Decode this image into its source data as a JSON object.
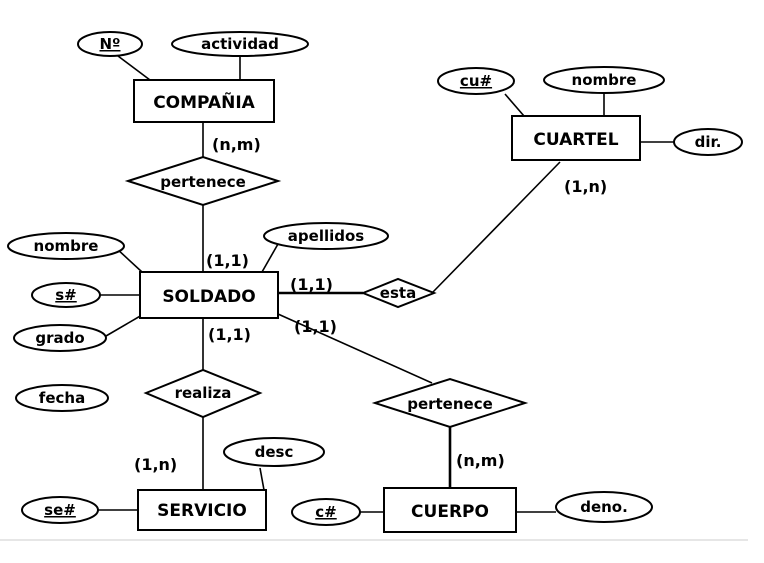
{
  "entities": {
    "compania": "COMPAÑIA",
    "cuartel": "CUARTEL",
    "soldado": "SOLDADO",
    "servicio": "SERVICIO",
    "cuerpo": "CUERPO"
  },
  "attributes": {
    "n_excl": "Nº",
    "actividad": "actividad",
    "cu": "cu#",
    "nombre_cuartel": "nombre",
    "dir": "dir.",
    "nombre_soldado": "nombre",
    "apellidos": "apellidos",
    "s": "s#",
    "grado": "grado",
    "fecha": "fecha",
    "desc": "desc",
    "se": "se#",
    "c": "c#",
    "deno": "deno."
  },
  "relationships": {
    "pertenece_compania": "pertenece",
    "esta": "esta",
    "realiza": "realiza",
    "pertenece_cuerpo": "pertenece"
  },
  "cardinalities": {
    "compania_pertenece": "(n,m)",
    "soldado_pertenece": "(1,1)",
    "cuartel_esta": "(1,n)",
    "soldado_esta": "(1,1)",
    "soldado_realiza": "(1,1)",
    "servicio_realiza": "(1,n)",
    "soldado_pertenece_cuerpo": "(1,1)",
    "cuerpo_pertenece": "(n,m)"
  }
}
